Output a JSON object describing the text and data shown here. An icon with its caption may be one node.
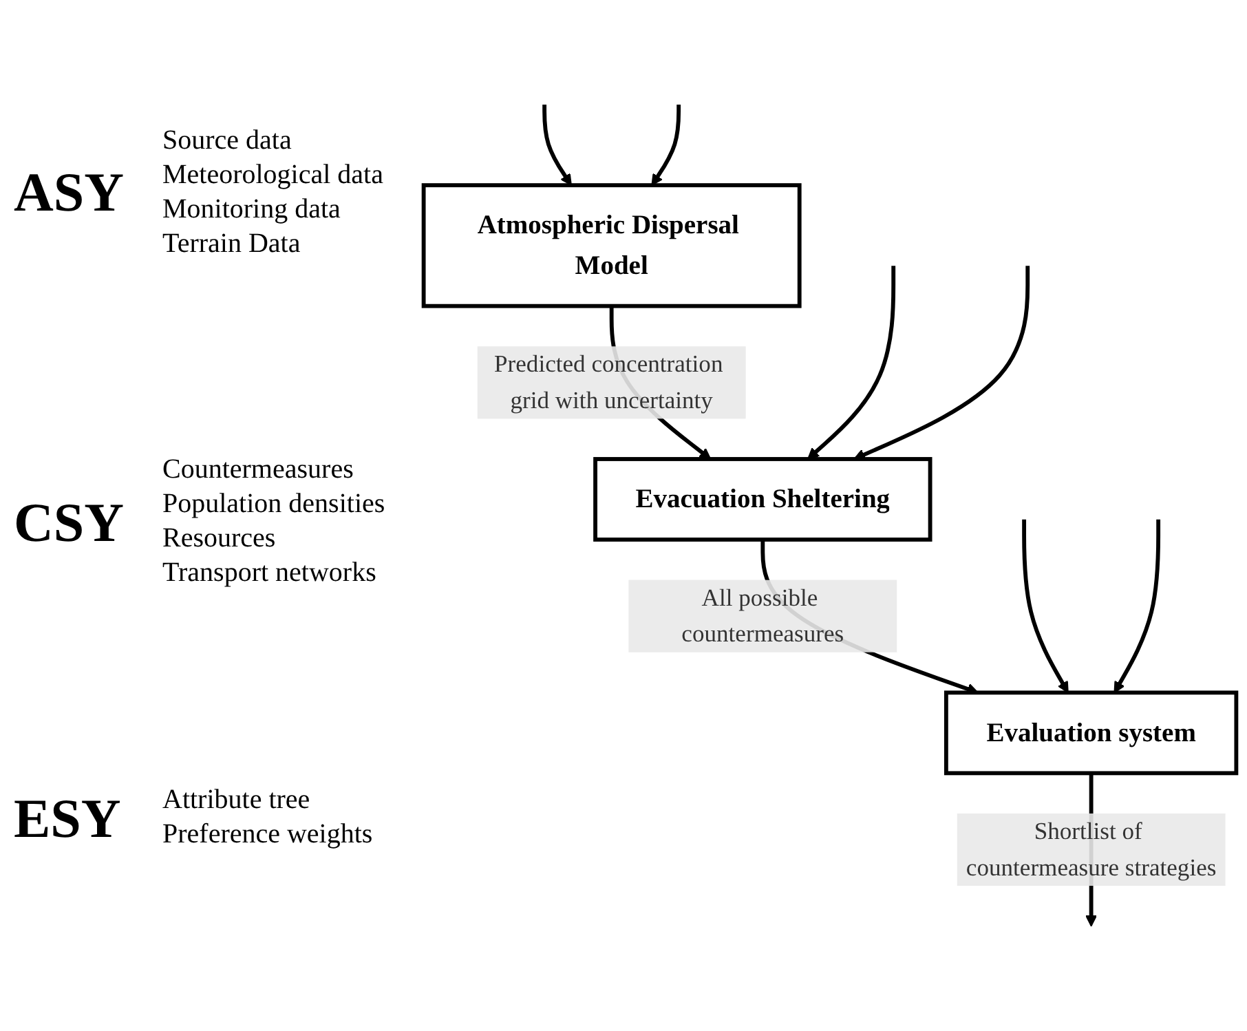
{
  "diagram": {
    "nodes": [
      {
        "text": [
          "Atmospheric Dispersal Model"
        ]
      },
      {
        "text": [
          "Evacuation Sheltering"
        ]
      },
      {
        "text": [
          "Evaluation system"
        ]
      }
    ],
    "edges": [
      {
        "from": null,
        "to": 0,
        "arrow": "to"
      },
      {
        "from": null,
        "to": 0,
        "arrow": "to"
      },
      {
        "from": 0,
        "to": 1,
        "arrow": "to",
        "label": "Predicted concentration grid with uncertainty"
      },
      {
        "from": null,
        "to": 1,
        "arrow": "to"
      },
      {
        "from": null,
        "to": 1,
        "arrow": "to"
      },
      {
        "from": 1,
        "to": 2,
        "arrow": "to",
        "label": "All possible countermeasures"
      },
      {
        "from": null,
        "to": 2,
        "arrow": "to"
      },
      {
        "from": null,
        "to": 2,
        "arrow": "to"
      },
      {
        "from": 2,
        "to": null,
        "arrow": "to",
        "label": "Shortlist of countermeasure strategies"
      }
    ],
    "labels": [
      "ASY",
      "Source data",
      "Meteorological data",
      "Monitoring data",
      "Terrain Data",
      "CSY",
      "Countermeasures",
      "Population densities",
      "Resources",
      "Transport networks",
      "ESY",
      "Attribute tree",
      "Preference weights"
    ]
  }
}
